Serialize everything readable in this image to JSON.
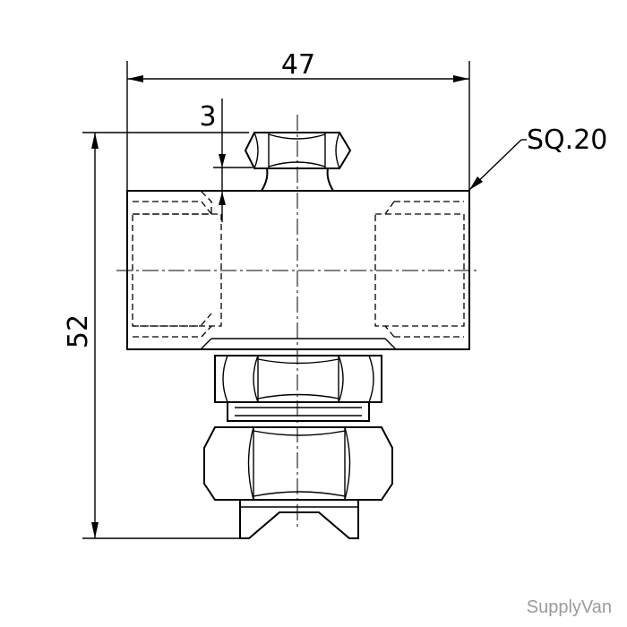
{
  "dimensions": {
    "width": "47",
    "height": "52",
    "thread_offset": "3",
    "square": "SQ.20"
  },
  "watermark": "SupplyVan",
  "colors": {
    "line": "#000000",
    "watermark": "#9a9a9a",
    "background": "#ffffff"
  }
}
